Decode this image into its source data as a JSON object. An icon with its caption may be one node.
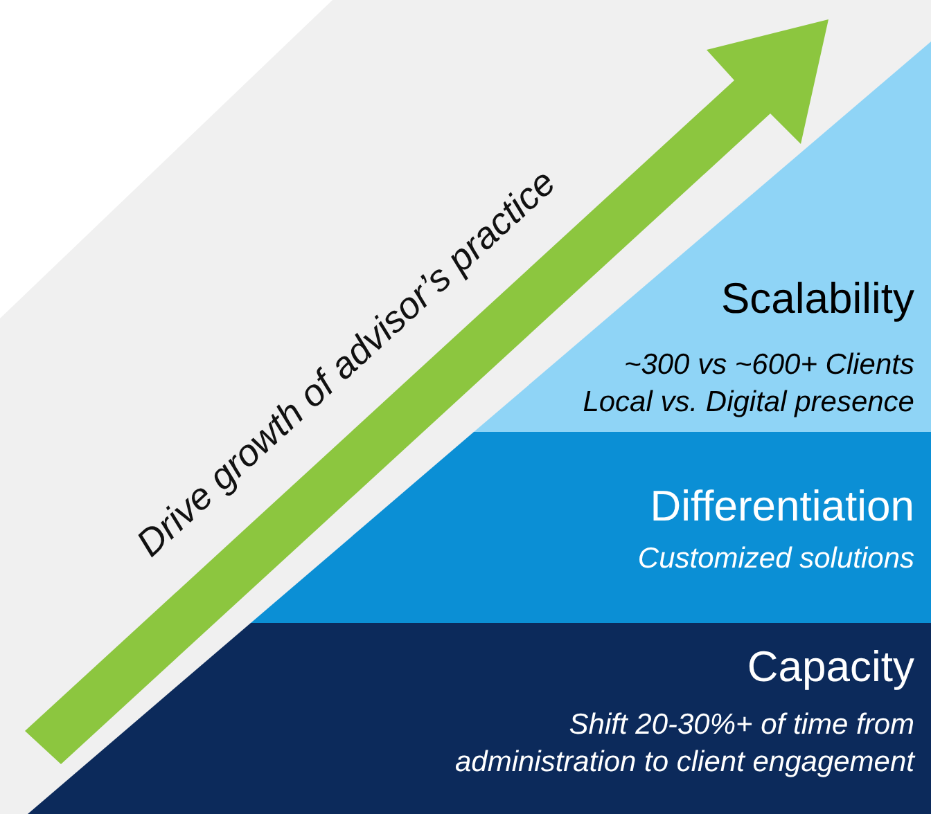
{
  "diagram": {
    "nodes": [
      {
        "text": [
          "Scalability",
          "~300 vs ~600+ Clients Local vs. Digital presence"
        ]
      },
      {
        "text": [
          "Differentiation",
          "Customized solutions"
        ]
      },
      {
        "text": [
          "Capacity",
          "Shift 20-30%+ of time from administration to client engagement"
        ]
      }
    ],
    "labels": [
      "Drive growth of advisor’s practice"
    ]
  }
}
